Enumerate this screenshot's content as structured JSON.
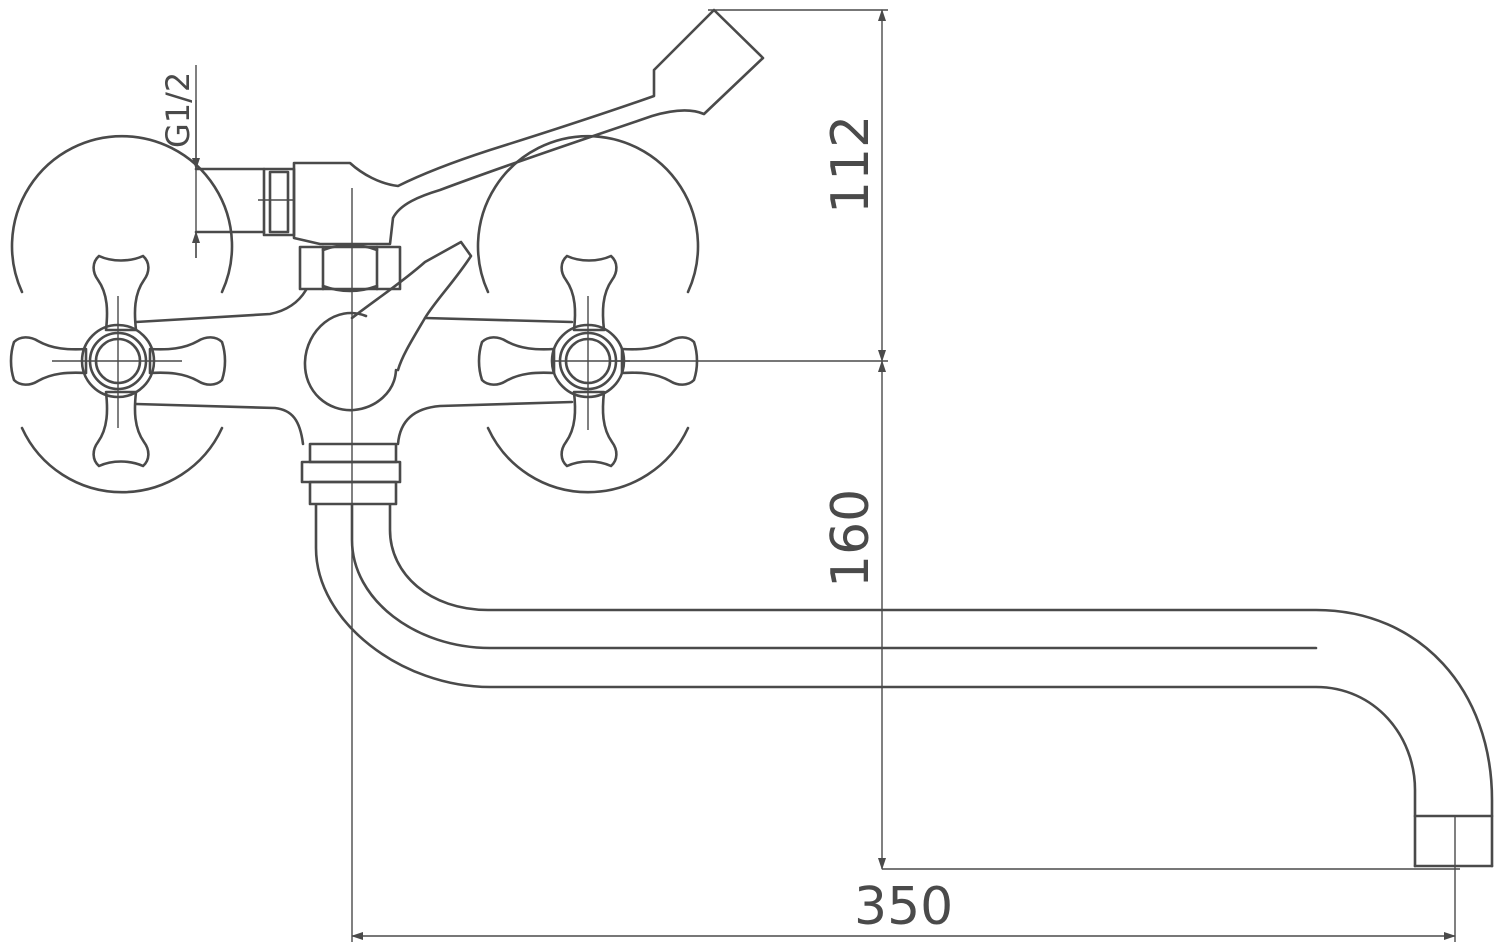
{
  "dimensions": {
    "thread": "G1/2",
    "height_top": "112",
    "height_bottom": "160",
    "spout_length": "350"
  }
}
